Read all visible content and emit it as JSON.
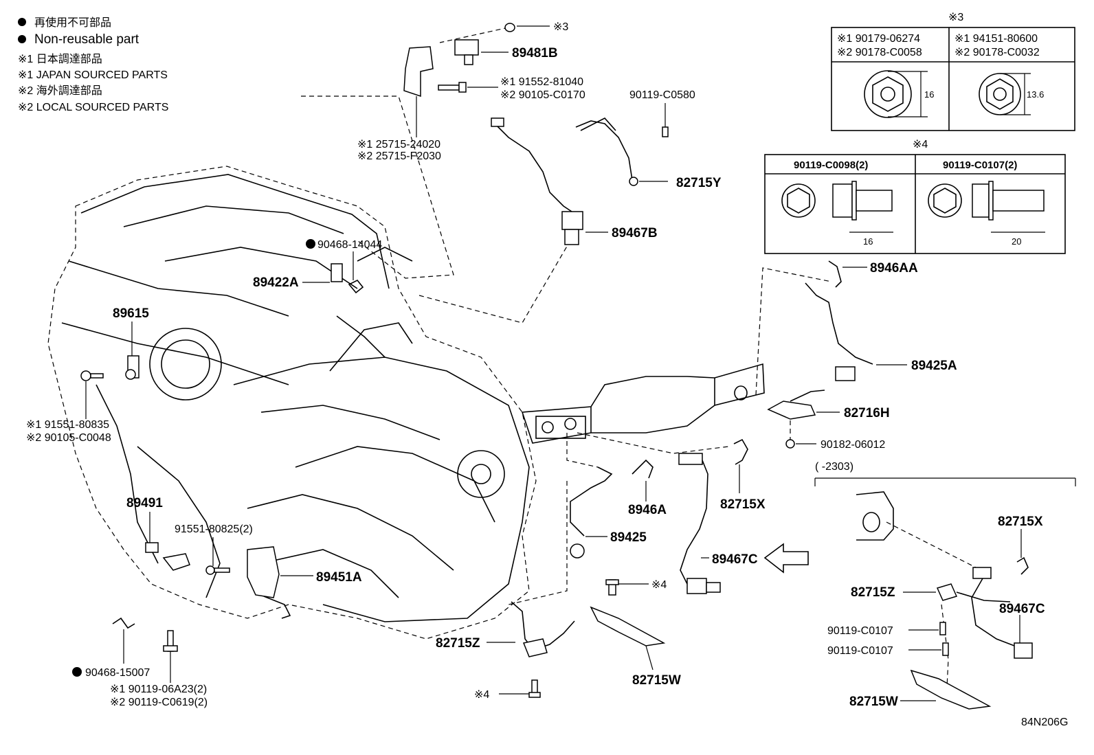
{
  "legend": {
    "line1": "再使用不可部品",
    "line2": "Non-reusable part",
    "line3": "※1 日本調達部品",
    "line4": "※1 JAPAN SOURCED PARTS",
    "line5": "※2 海外調達部品",
    "line6": "※2 LOCAL SOURCED PARTS"
  },
  "table3": {
    "title": "※3",
    "c1_r1": "※1 90179-06274",
    "c1_r2": "※2 90178-C0058",
    "c2_r1": "※1 94151-80600",
    "c2_r2": "※2 90178-C0032",
    "dim1": "16",
    "dim2": "13.6"
  },
  "table4": {
    "title": "※4",
    "h1": "90119-C0098(2)",
    "h2": "90119-C0107(2)",
    "dim1": "16",
    "dim2": "20"
  },
  "labels": {
    "p89481B": "89481B",
    "ref3": "※3",
    "p91552": "※1 91552-81040",
    "p90105c0170": "※2 90105-C0170",
    "p25715a": "※1 25715-24020",
    "p25715b": "※2 25715-F2030",
    "p90119c0580": "90119-C0580",
    "p82715Y": "82715Y",
    "p89467B": "89467B",
    "p90468_14044": "90468-14044",
    "p89422A": "89422A",
    "p89615": "89615",
    "p91551_80835": "※1 91551-80835",
    "p90105_c0048": "※2 90105-C0048",
    "p8946AA": "8946AA",
    "p89425A": "89425A",
    "p82716H": "82716H",
    "p90182": "90182-06012",
    "p8946A": "8946A",
    "p82715X": "82715X",
    "p89425": "89425",
    "p89467C": "89467C",
    "p89491": "89491",
    "p91551_80825": "91551-80825(2)",
    "p89451A": "89451A",
    "ref4a": "※4",
    "p82715Z": "82715Z",
    "p82715W": "82715W",
    "ref4b": "※4",
    "p90468_15007": "90468-15007",
    "p90119_06a23": "※1 90119-06A23(2)",
    "p90119_c0619": "※2 90119-C0619(2)",
    "range": "(      -2303)",
    "r82715X": "82715X",
    "r82715Z": "82715Z",
    "r89467C": "89467C",
    "r90119a": "90119-C0107",
    "r90119b": "90119-C0107",
    "r82715W": "82715W",
    "code": "84N206G"
  },
  "colors": {
    "ink": "#000000",
    "paper": "#ffffff"
  }
}
